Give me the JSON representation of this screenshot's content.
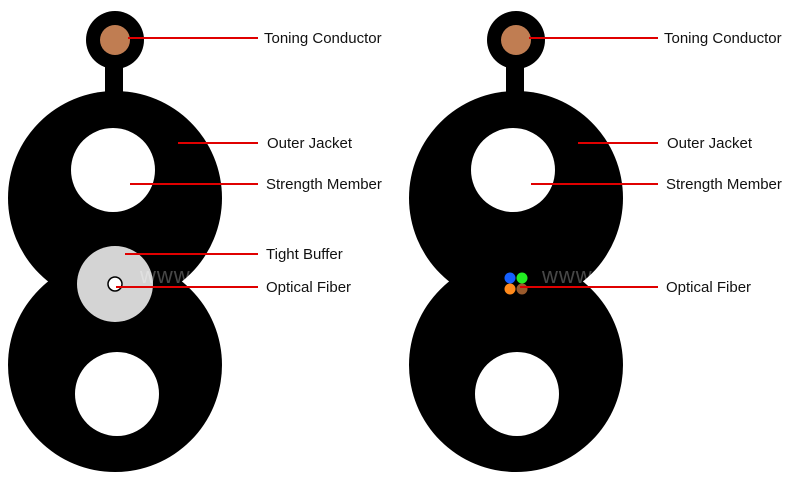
{
  "watermark": "www.veivot.com",
  "colors": {
    "jacket": "#000000",
    "member": "#ffffff",
    "copper": "#c07d52",
    "buffer": "#d4d4d4",
    "leader": "#e00000",
    "fiber_blue": "#1560ff",
    "fiber_green": "#22ee22",
    "fiber_orange": "#ff8a1c",
    "fiber_brown": "#9a5a2c"
  },
  "left_cable": {
    "labels": {
      "toning_conductor": "Toning Conductor",
      "outer_jacket": "Outer Jacket",
      "strength_member": "Strength Member",
      "tight_buffer": "Tight Buffer",
      "optical_fiber": "Optical Fiber"
    }
  },
  "right_cable": {
    "labels": {
      "toning_conductor": "Toning Conductor",
      "outer_jacket": "Outer Jacket",
      "strength_member": "Strength Member",
      "optical_fiber": "Optical Fiber"
    },
    "fiber_colors": [
      "blue",
      "green",
      "orange",
      "brown"
    ]
  }
}
